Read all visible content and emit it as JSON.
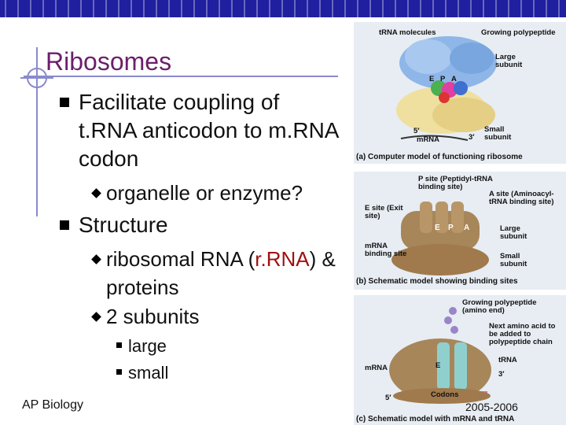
{
  "slide": {
    "title": "Ribosomes",
    "footer": "AP Biology",
    "year": "2005-2006"
  },
  "bullets": {
    "b1": "Facilitate coupling of t.RNA anticodon to m.RNA codon",
    "b1_sub": "organelle or enzyme?",
    "b2": "Structure",
    "b2_sub1_pre": "ribosomal RNA (",
    "b2_sub1_mid": "r.RNA",
    "b2_sub1_post": ") & proteins",
    "b2_sub2": "2 subunits",
    "b2_sub2_a": "large",
    "b2_sub2_b": "small"
  },
  "figure_a": {
    "caption": "(a) Computer model of functioning ribosome",
    "label_trna": "tRNA molecules",
    "label_polypeptide": "Growing polypeptide",
    "label_large": "Large subunit",
    "label_small": "Small subunit",
    "label_mrna": "mRNA",
    "label_5": "5′",
    "label_3": "3′",
    "site_e": "E",
    "site_p": "P",
    "site_a": "A"
  },
  "figure_b": {
    "caption": "(b) Schematic model showing binding sites",
    "label_psite": "P site (Peptidyl-tRNA binding site)",
    "label_esite": "E site (Exit site)",
    "label_asite": "A site (Aminoacyl-tRNA binding site)",
    "label_mrna_site": "mRNA binding site",
    "label_large": "Large subunit",
    "label_small": "Small subunit",
    "site_e": "E",
    "site_p": "P",
    "site_a": "A"
  },
  "figure_c": {
    "caption": "(c) Schematic model with mRNA and tRNA",
    "label_polypeptide": "Growing polypeptide (amino end)",
    "label_next": "Next amino acid to be added to polypeptide chain",
    "label_trna": "tRNA",
    "label_mrna": "mRNA",
    "label_codons": "Codons",
    "label_e": "E",
    "label_5": "5′",
    "label_3": "3′"
  }
}
